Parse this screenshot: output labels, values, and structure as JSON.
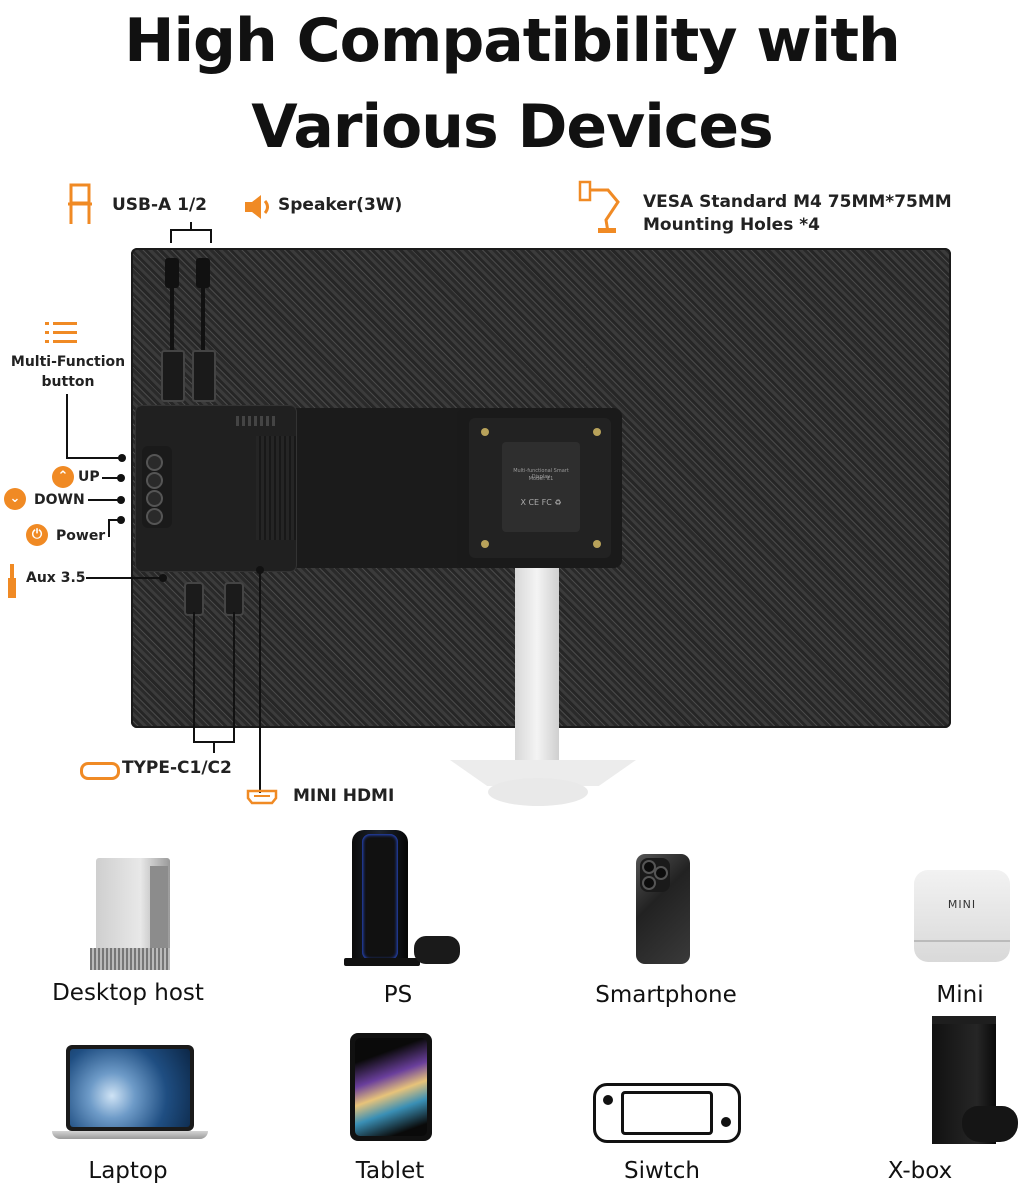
{
  "title": {
    "line1": "High Compatibility with",
    "line2": "Various Devices"
  },
  "ports": {
    "usb_a": "USB-A 1/2",
    "speaker": "Speaker(3W)",
    "vesa_line1": "VESA Standard M4 75MM*75MM",
    "vesa_line2": "Mounting Holes *4",
    "multi_function_line1": "Multi-Function",
    "multi_function_line2": "button",
    "up": "UP",
    "down": "DOWN",
    "power": "Power",
    "aux": "Aux 3.5",
    "type_c": "TYPE-C1/C2",
    "mini_hdmi": "MINI HDMI"
  },
  "mount": {
    "line1": "Multi-functional Smart Display",
    "model": "Model: E1",
    "marks": "X CE FC ♻"
  },
  "devices": [
    {
      "label": "Desktop host",
      "icon": "desktop-tower-icon"
    },
    {
      "label": "PS",
      "icon": "game-console-icon"
    },
    {
      "label": "Smartphone",
      "icon": "smartphone-icon"
    },
    {
      "label": "Mini",
      "icon": "mini-pc-icon",
      "badge": "MINI"
    },
    {
      "label": "Laptop",
      "icon": "laptop-icon"
    },
    {
      "label": "Tablet",
      "icon": "tablet-icon"
    },
    {
      "label": "Siwtch",
      "icon": "handheld-console-icon"
    },
    {
      "label": "X-box",
      "icon": "xbox-icon"
    }
  ],
  "colors": {
    "accent": "#f08a24",
    "monitor": "#2e2e2e",
    "text": "#111111"
  }
}
